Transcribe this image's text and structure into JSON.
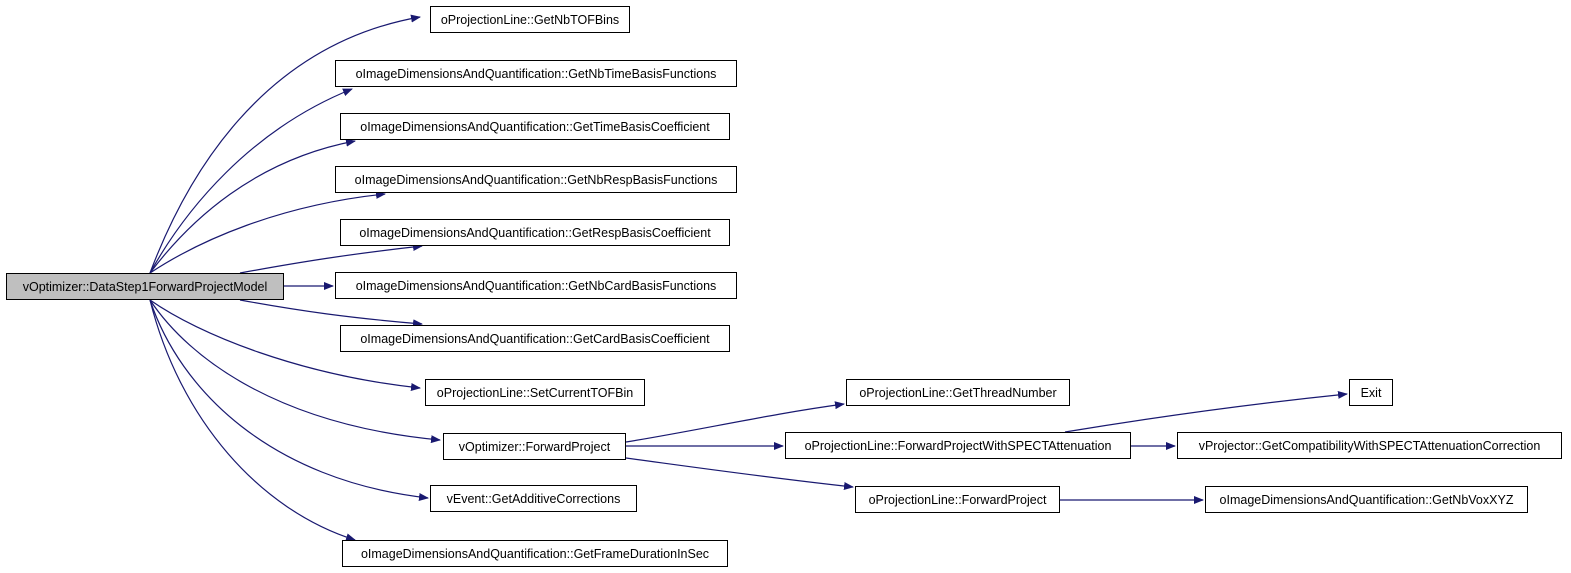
{
  "diagram": {
    "type": "call-graph",
    "edge_color": "#191970",
    "root_fill": "#bfbfbf",
    "nodes": [
      {
        "id": "root",
        "label": "vOptimizer::DataStep1ForwardProjectModel",
        "root": true
      },
      {
        "id": "n1",
        "label": "oProjectionLine::GetNbTOFBins"
      },
      {
        "id": "n2",
        "label": "oImageDimensionsAndQuantification::GetNbTimeBasisFunctions"
      },
      {
        "id": "n3",
        "label": "oImageDimensionsAndQuantification::GetTimeBasisCoefficient"
      },
      {
        "id": "n4",
        "label": "oImageDimensionsAndQuantification::GetNbRespBasisFunctions"
      },
      {
        "id": "n5",
        "label": "oImageDimensionsAndQuantification::GetRespBasisCoefficient"
      },
      {
        "id": "n6",
        "label": "oImageDimensionsAndQuantification::GetNbCardBasisFunctions"
      },
      {
        "id": "n7",
        "label": "oImageDimensionsAndQuantification::GetCardBasisCoefficient"
      },
      {
        "id": "n8",
        "label": "oProjectionLine::SetCurrentTOFBin"
      },
      {
        "id": "n9",
        "label": "vOptimizer::ForwardProject"
      },
      {
        "id": "n10",
        "label": "vEvent::GetAdditiveCorrections"
      },
      {
        "id": "n11",
        "label": "oImageDimensionsAndQuantification::GetFrameDurationInSec"
      },
      {
        "id": "n12",
        "label": "oProjectionLine::GetThreadNumber"
      },
      {
        "id": "n13",
        "label": "oProjectionLine::ForwardProjectWithSPECTAttenuation"
      },
      {
        "id": "n14",
        "label": "oProjectionLine::ForwardProject"
      },
      {
        "id": "n15",
        "label": "Exit"
      },
      {
        "id": "n16",
        "label": "vProjector::GetCompatibilityWithSPECTAttenuationCorrection"
      },
      {
        "id": "n17",
        "label": "oImageDimensionsAndQuantification::GetNbVoxXYZ"
      }
    ],
    "edges": [
      {
        "from": "root",
        "to": "n1"
      },
      {
        "from": "root",
        "to": "n2"
      },
      {
        "from": "root",
        "to": "n3"
      },
      {
        "from": "root",
        "to": "n4"
      },
      {
        "from": "root",
        "to": "n5"
      },
      {
        "from": "root",
        "to": "n6"
      },
      {
        "from": "root",
        "to": "n7"
      },
      {
        "from": "root",
        "to": "n8"
      },
      {
        "from": "root",
        "to": "n9"
      },
      {
        "from": "root",
        "to": "n10"
      },
      {
        "from": "root",
        "to": "n11"
      },
      {
        "from": "n9",
        "to": "n12"
      },
      {
        "from": "n9",
        "to": "n13"
      },
      {
        "from": "n9",
        "to": "n14"
      },
      {
        "from": "n13",
        "to": "n15"
      },
      {
        "from": "n13",
        "to": "n16"
      },
      {
        "from": "n14",
        "to": "n17"
      }
    ]
  }
}
